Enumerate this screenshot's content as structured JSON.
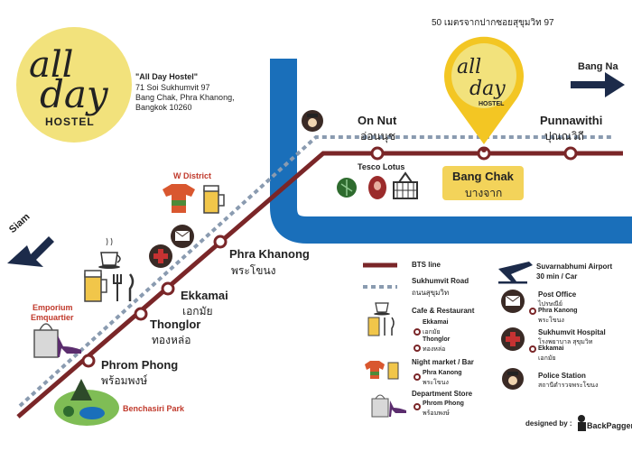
{
  "logo": {
    "line1": "all",
    "line2": "day",
    "line3": "HOSTEL"
  },
  "address": {
    "name": "\"All Day Hostel\"",
    "line1": "71 Soi Sukhumvit 97",
    "line2": "Bang Chak, Phra Khanong,",
    "line3": "Bangkok 10260"
  },
  "pin": {
    "note": "50 เมตรจากปากซอยสุขุมวิท 97",
    "logo_line1": "all",
    "logo_line2": "day",
    "logo_line3": "HOSTEL"
  },
  "directions": {
    "east": "Bang Na",
    "west": "Siam"
  },
  "stations": [
    {
      "en": "On Nut",
      "th": "อ่อนนุช"
    },
    {
      "en": "Punnawithi",
      "th": "ปุณณวิถี"
    },
    {
      "en": "Bang Chak",
      "th": "บางจาก"
    },
    {
      "en": "Phra Khanong",
      "th": "พระโขนง"
    },
    {
      "en": "Ekkamai",
      "th": "เอกมัย"
    },
    {
      "en": "Thonglor",
      "th": "ทองหล่อ"
    },
    {
      "en": "Phrom Phong",
      "th": "พร้อมพงษ์"
    }
  ],
  "places": {
    "tesco": "Tesco Lotus",
    "w_district": "W District",
    "emporium1": "Emporium",
    "emporium2": "Emquartier",
    "benchasiri": "Benchasiri Park"
  },
  "legend": {
    "bts_line": "BTS line",
    "sukhumvit_en": "Sukhumvit Road",
    "sukhumvit_th": "ถนนสุขุมวิท",
    "cafe": "Cafe & Restaurant",
    "cafe_sub1_en": "Ekkamai",
    "cafe_sub1_th": "เอกมัย",
    "cafe_sub2_en": "Thonglor",
    "cafe_sub2_th": "ทองหล่อ",
    "night": "Night market / Bar",
    "night_sub_en": "Phra Kanong",
    "night_sub_th": "พระโขนง",
    "dept": "Department Store",
    "dept_sub_en": "Phrom Phong",
    "dept_sub_th": "พร้อมพงษ์",
    "airport1": "Suvarnabhumi Airport",
    "airport2": "30 min / Car",
    "post_en": "Post Office",
    "post_th": "ไปรษณีย์",
    "post_sub_en": "Phra Kanong",
    "post_sub_th": "พระโขนง",
    "hospital_en": "Sukhumvit Hospital",
    "hospital_th": "โรงพยาบาล สุขุมวิท",
    "hospital_sub_en": "Ekkamai",
    "hospital_sub_th": "เอกมัย",
    "police_en": "Police Station",
    "police_th": "สถานีตำรวจพระโขนง"
  },
  "credit": {
    "label": "designed by :",
    "brand": "BackPagger"
  },
  "colors": {
    "bts_line": "#7a2628",
    "river": "#1a6fba",
    "logo_yellow": "#f2e27c",
    "pin_yellow": "#f3c623",
    "label_box": "#f3d35a"
  },
  "icons": [
    "coffee-cup-icon",
    "beer-mug-icon",
    "fork-knife-icon",
    "shopping-bag-icon",
    "high-heel-icon",
    "shirt-icon",
    "envelope-icon",
    "hospital-cross-icon",
    "police-officer-icon",
    "airplane-icon",
    "park-icon",
    "vegetable-icon",
    "meat-icon",
    "basket-icon"
  ]
}
